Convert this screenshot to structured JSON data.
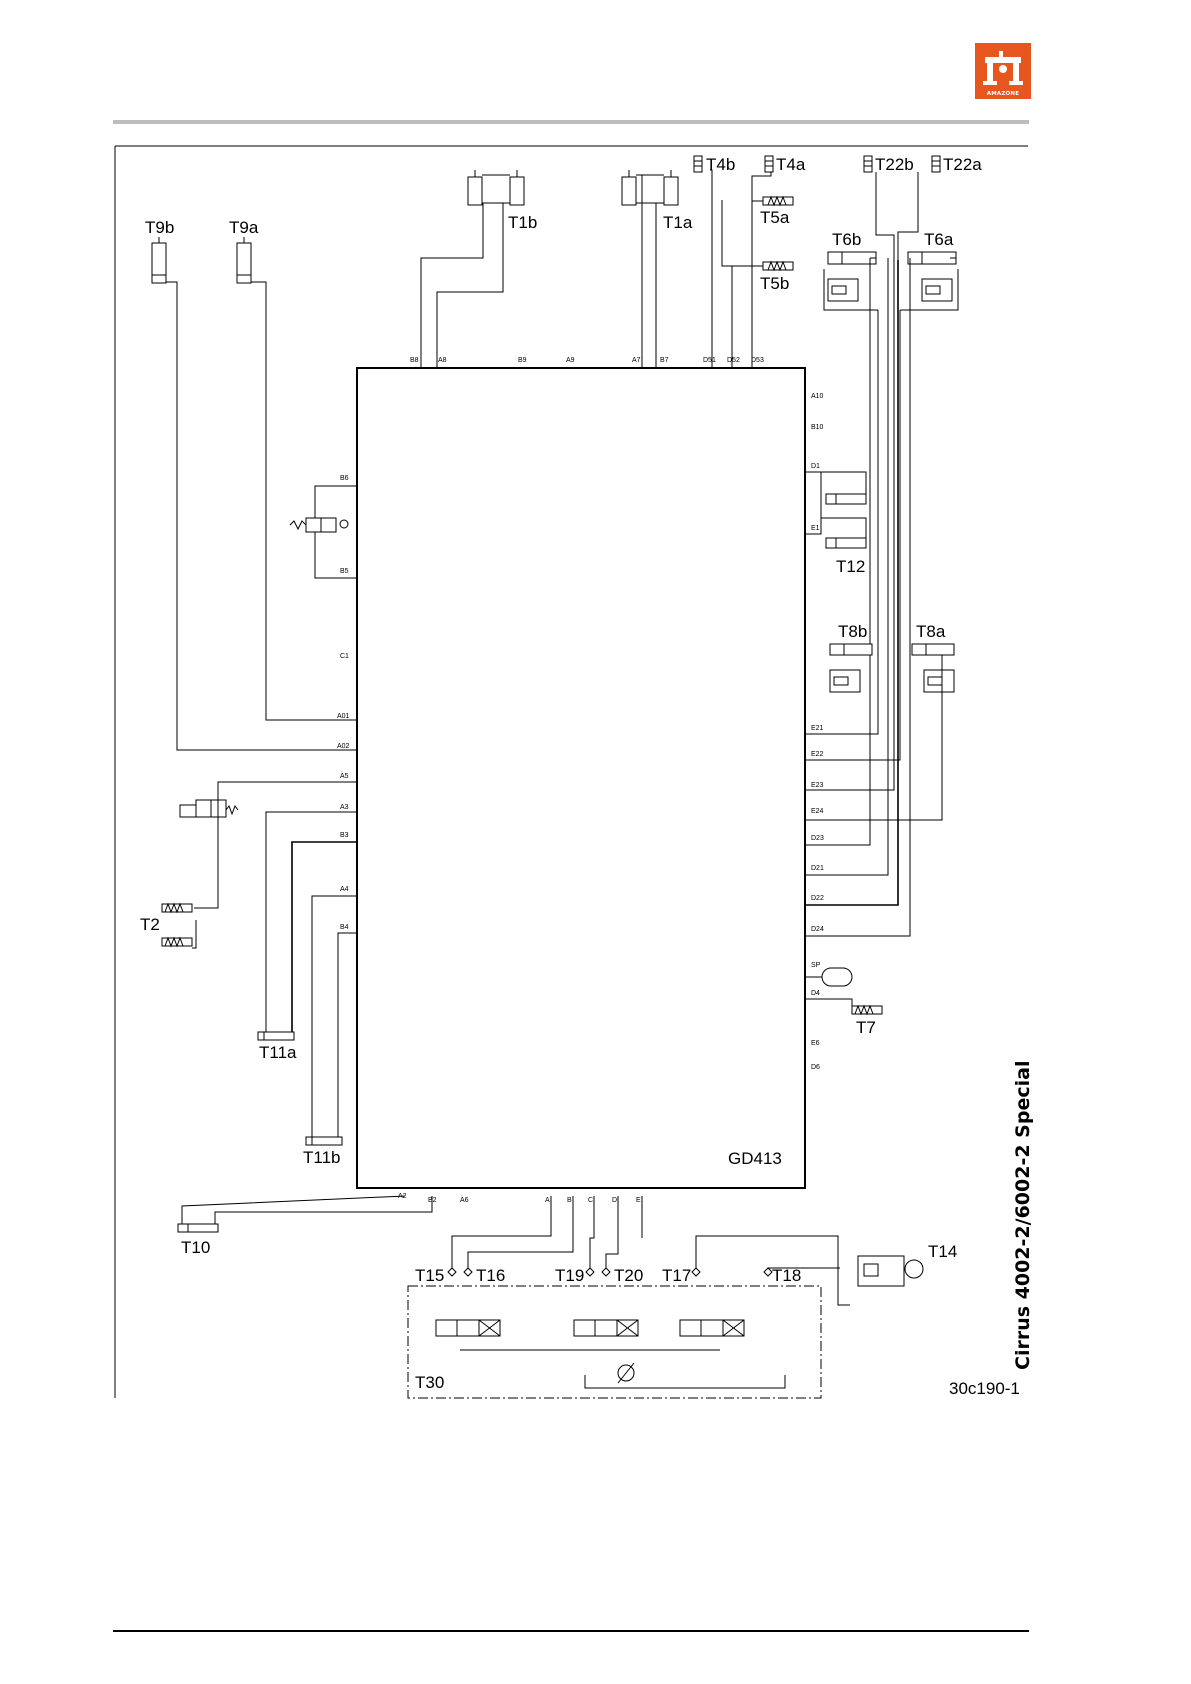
{
  "logo": {
    "text": "AMAZONE",
    "color": "#e8561f",
    "icon": "amazone-logo-icon"
  },
  "diagram": {
    "block_label": "GD413",
    "drawing_number": "30c190-1",
    "side_title": "Cirrus 4002-2/6002-2 Special",
    "labels": {
      "T9b": "T9b",
      "T9a": "T9a",
      "T1b": "T1b",
      "T1a": "T1a",
      "T4b": "T4b",
      "T4a": "T4a",
      "T22b": "T22b",
      "T22a": "T22a",
      "T5a": "T5a",
      "T5b": "T5b",
      "T6b": "T6b",
      "T6a": "T6a",
      "T12": "T12",
      "T8b": "T8b",
      "T8a": "T8a",
      "T2": "T2",
      "T11a": "T11a",
      "T11b": "T11b",
      "T7": "T7",
      "T10": "T10",
      "T14": "T14",
      "T15": "T15",
      "T16": "T16",
      "T19": "T19",
      "T20": "T20",
      "T17": "T17",
      "T18": "T18",
      "T30": "T30"
    },
    "ports_top": [
      "B8",
      "A8",
      "B9",
      "A9",
      "A7",
      "B7",
      "D51",
      "D52",
      "D53"
    ],
    "ports_right": [
      "A10",
      "B10",
      "D1",
      "E1",
      "E21",
      "E22",
      "E23",
      "E24",
      "D23",
      "D21",
      "D22",
      "D24",
      "SP",
      "D4",
      "E6",
      "D6"
    ],
    "ports_left": [
      "B6",
      "B5",
      "C1",
      "A01",
      "A02",
      "A5",
      "A3",
      "B3",
      "A4",
      "B4"
    ],
    "ports_bottom": [
      "A2",
      "B2",
      "A6",
      "A",
      "B",
      "C",
      "D",
      "E"
    ]
  }
}
